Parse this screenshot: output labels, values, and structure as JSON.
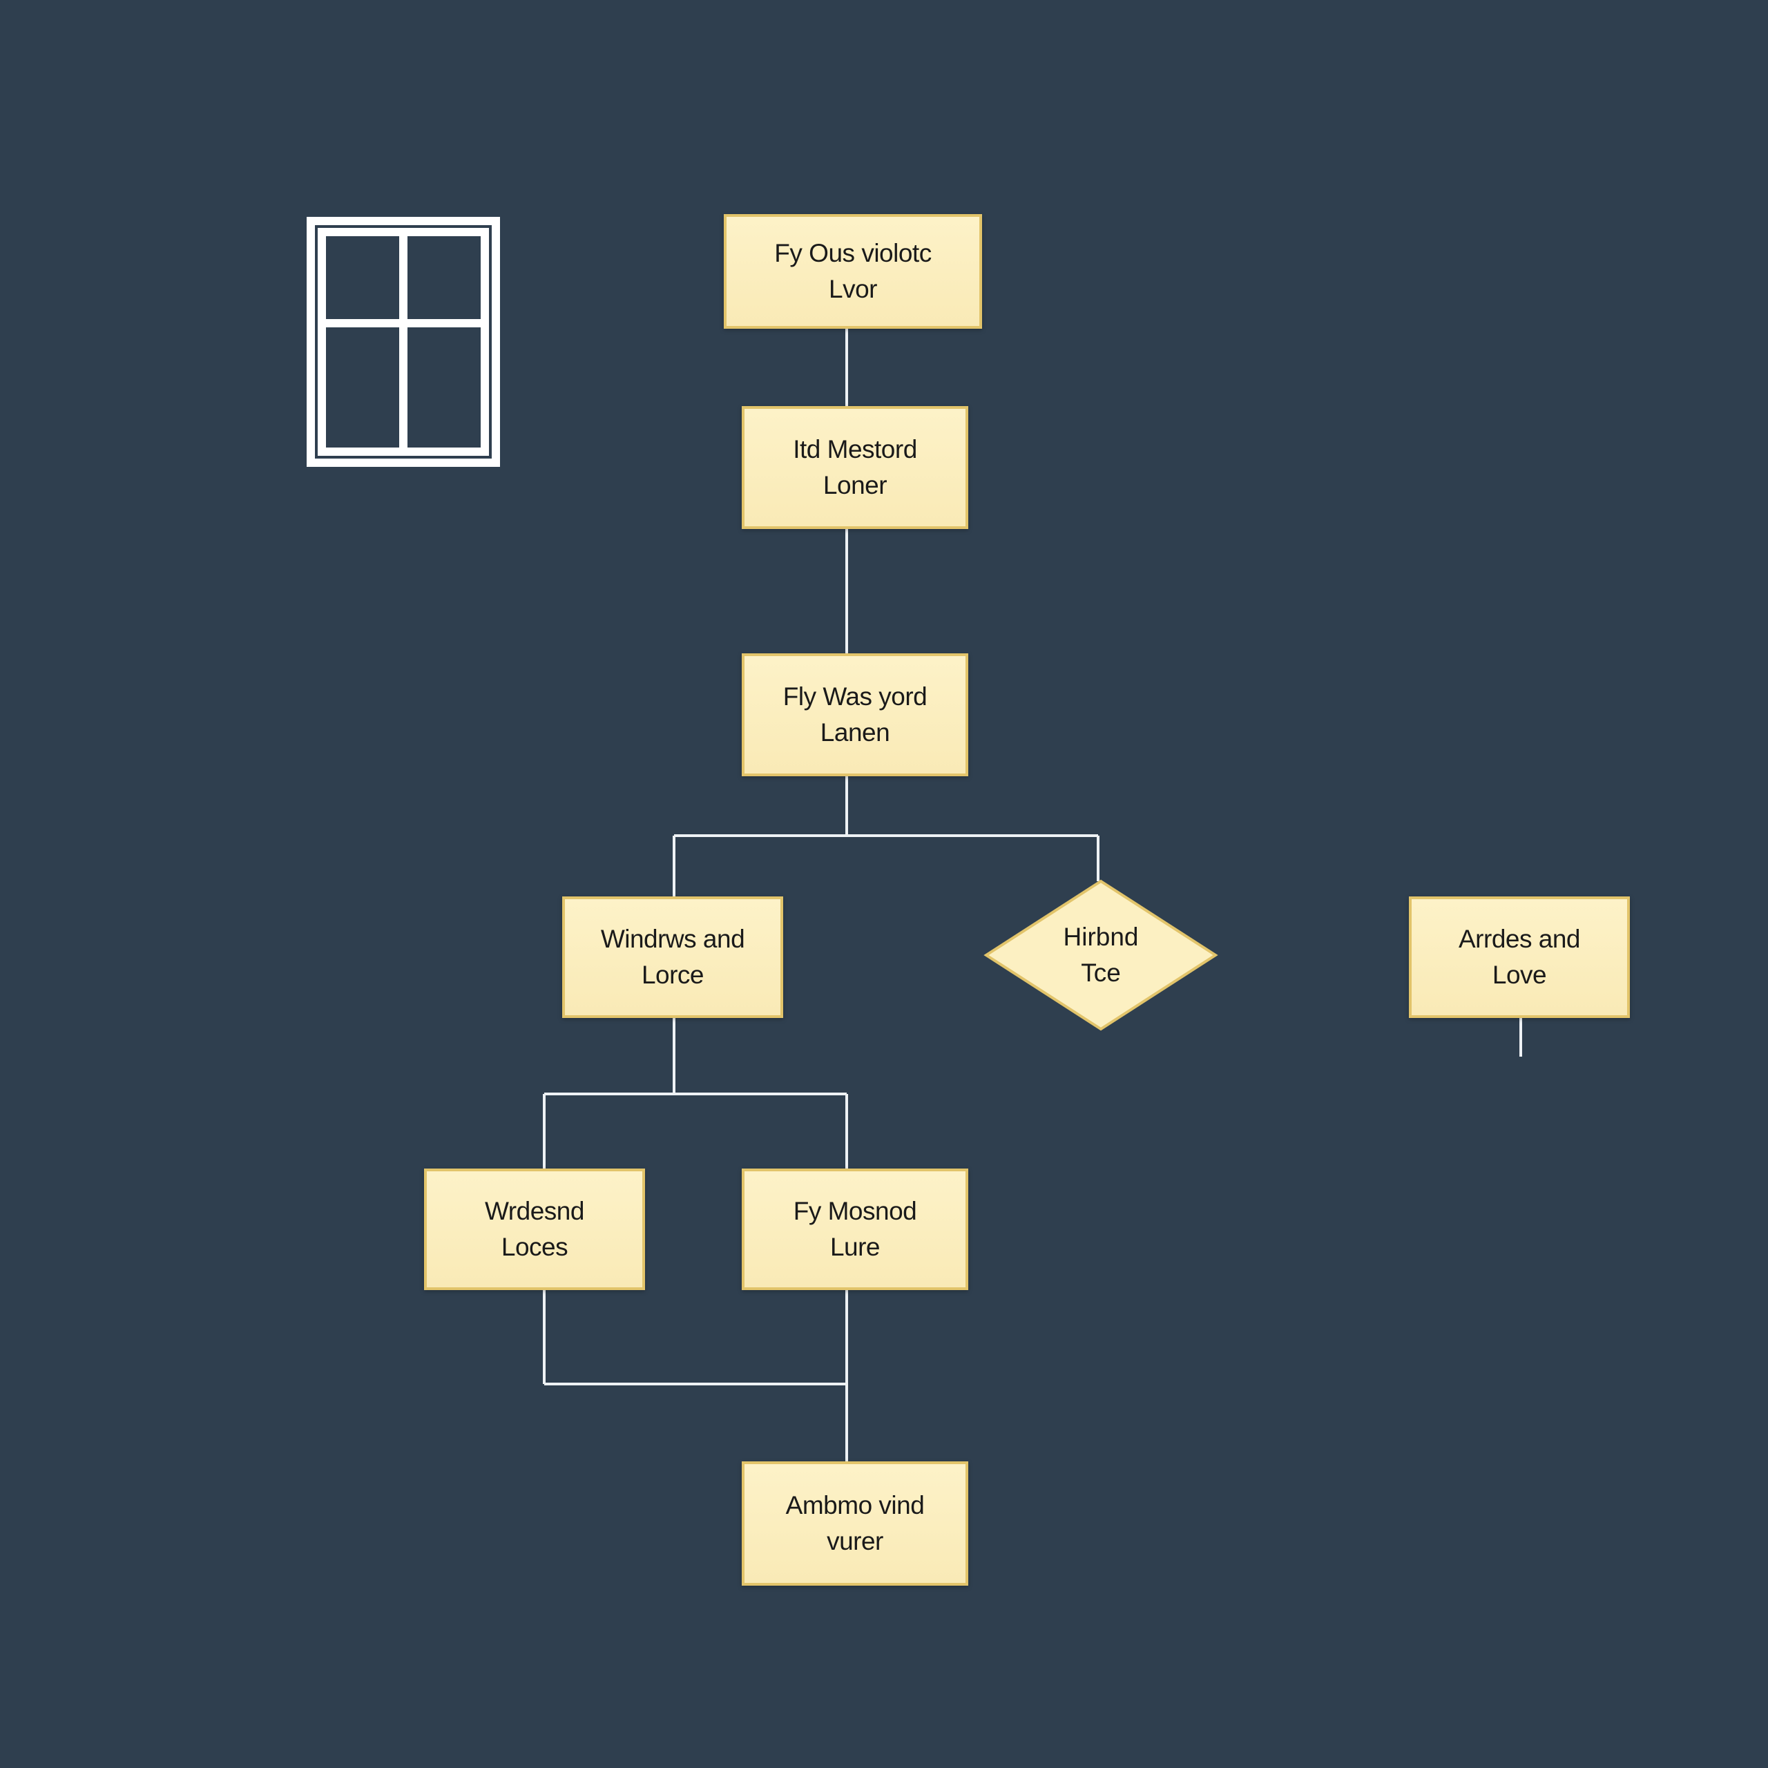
{
  "diagram": {
    "nodes": [
      {
        "id": "n1",
        "label": "Fy Ous violotc\nLvor"
      },
      {
        "id": "n2",
        "label": "Itd Mestord\nLoner"
      },
      {
        "id": "n3",
        "label": "Fly Was yord\nLanen"
      },
      {
        "id": "n4",
        "label": "Windrws and\nLorce"
      },
      {
        "id": "n5",
        "label": "Hirbnd\nTce"
      },
      {
        "id": "n6",
        "label": "Arrdes and\nLove"
      },
      {
        "id": "n7",
        "label": "Wrdesnd\nLoces"
      },
      {
        "id": "n8",
        "label": "Fy Mosnod\nLure"
      },
      {
        "id": "n9",
        "label": "Ambmo vind\nvurer"
      }
    ]
  },
  "colors": {
    "background": "#2f3f4f",
    "node_fill": "#fcf0c2",
    "node_border": "#e2c46a",
    "connector": "#eef2f5",
    "icon": "#ffffff"
  },
  "icons": {
    "window": "window-icon"
  }
}
